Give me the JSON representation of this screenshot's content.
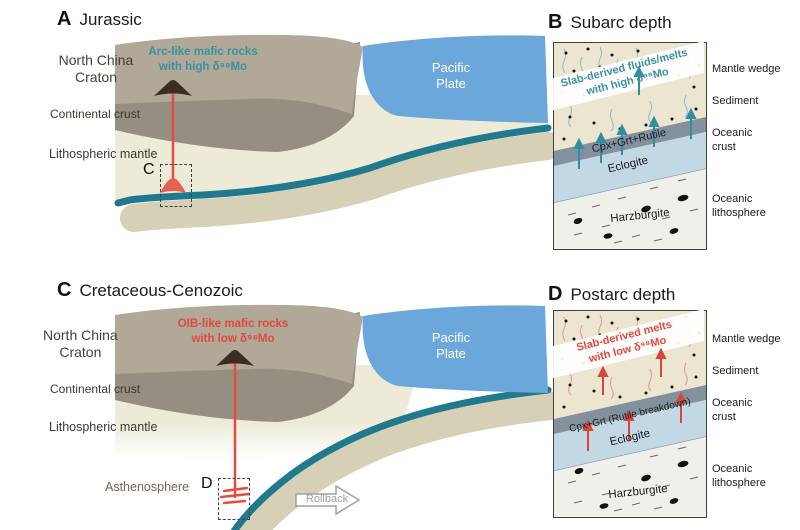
{
  "panels": {
    "a": {
      "label": "A",
      "title": "Jurassic",
      "craton": "North China\nCraton",
      "annotation": "Arc-like mafic rocks\nwith high δ⁹⁸Mo",
      "continental_crust": "Continental crust",
      "lithospheric_mantle": "Lithospheric mantle",
      "pacific_plate": "Pacific\nPlate",
      "box_label": "C"
    },
    "b": {
      "label": "B",
      "title": "Subarc depth",
      "band_text": "Slab-derived fluids/melts\nwith high δ⁹⁸Mo",
      "layer_top": "Cpx+Grt+Rutile",
      "layer_mid": "Eclogite",
      "layer_bottom": "Harzburgite",
      "legend": {
        "mantle_wedge": "Mantle wedge",
        "sediment": "Sediment",
        "oceanic_crust": "Oceanic\ncrust",
        "oceanic_lithosphere": "Oceanic\nlithosphere"
      }
    },
    "c": {
      "label": "C",
      "title": "Cretaceous-Cenozoic",
      "craton": "North China\nCraton",
      "annotation": "OIB-like mafic rocks\nwith low δ⁹⁸Mo",
      "continental_crust": "Continental crust",
      "lithospheric_mantle": "Lithospheric mantle",
      "asthenosphere": "Asthenosphere",
      "pacific_plate": "Pacific\nPlate",
      "rollback": "Rollback",
      "box_label": "D"
    },
    "d": {
      "label": "D",
      "title": "Postarc depth",
      "band_text": "Slab-derived melts\nwith low δ⁹⁸Mo",
      "layer_top": "Cpx+Grt (Rutile breakdown)",
      "layer_mid": "Eclogite",
      "layer_bottom": "Harzburgite",
      "legend": {
        "mantle_wedge": "Mantle wedge",
        "sediment": "Sediment",
        "oceanic_crust": "Oceanic\ncrust",
        "oceanic_lithosphere": "Oceanic\nlithosphere"
      }
    }
  },
  "colors": {
    "slab_teal": "#20798c",
    "pacific_blue": "#6ba7db",
    "arc_text_teal": "#38929f",
    "oib_text_red": "#e0493e",
    "craton_tan": "#b2a898",
    "continental_crust_gray": "#968e80",
    "lithospheric_mantle_cream": "#edead8",
    "oceanic_lithosphere_khaki": "#d6d1b6",
    "sediment_slate": "#83919f",
    "eclogite_blue": "#c3d8e5",
    "harzburgite_light": "#eff0e9",
    "magma_red": "#e84a3d"
  }
}
